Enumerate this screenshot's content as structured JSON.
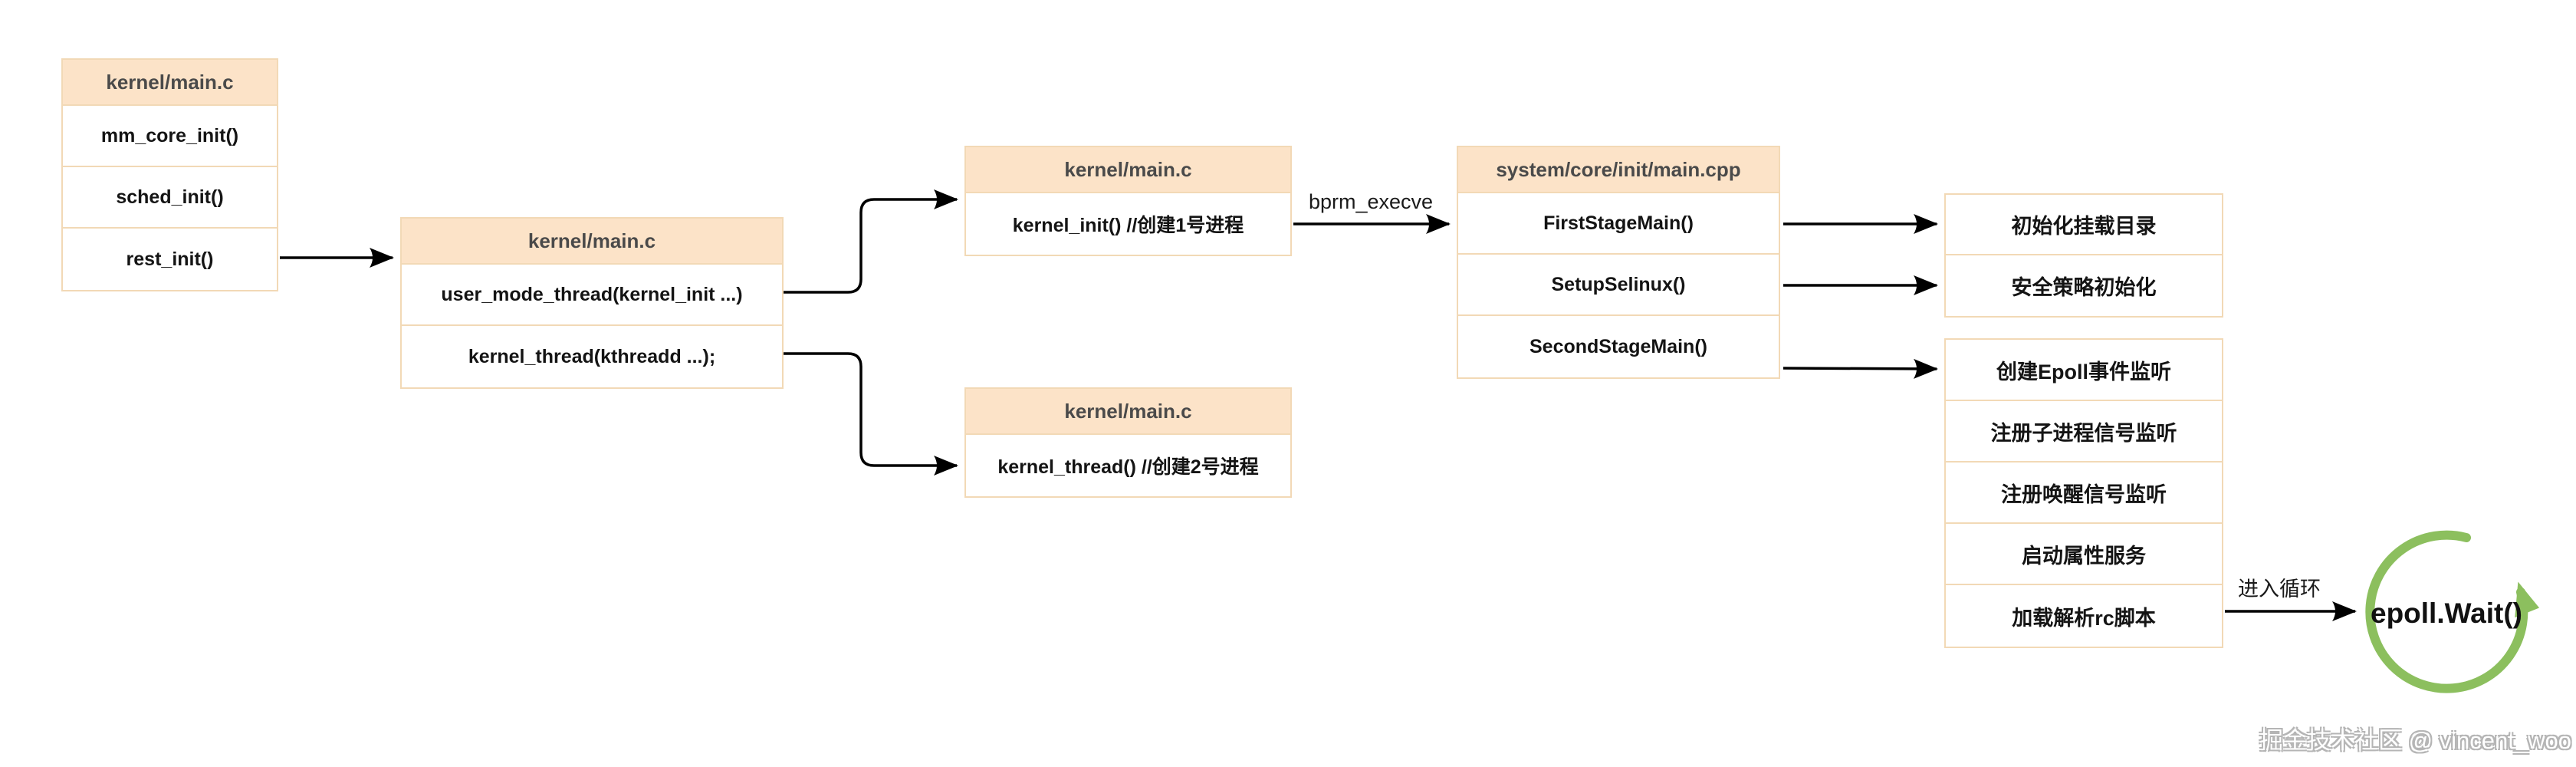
{
  "diagram": {
    "nodes": {
      "kernel_main_1": {
        "header": "kernel/main.c",
        "rows": [
          "mm_core_init()",
          "sched_init()",
          "rest_init()"
        ]
      },
      "kernel_main_2": {
        "header": "kernel/main.c",
        "rows": [
          "user_mode_thread(kernel_init  ...)",
          "kernel_thread(kthreadd  ...);"
        ]
      },
      "kernel_main_3": {
        "header": "kernel/main.c",
        "rows": [
          "kernel_init() //创建1号进程"
        ]
      },
      "kernel_main_4": {
        "header": "kernel/main.c",
        "rows": [
          "kernel_thread() //创建2号进程"
        ]
      },
      "init_main_cpp": {
        "header": "system/core/init/main.cpp",
        "rows": [
          "FirstStageMain()",
          "SetupSelinux()",
          "SecondStageMain()"
        ]
      },
      "first_stage_tasks": {
        "rows": [
          "初始化挂载目录",
          "安全策略初始化"
        ]
      },
      "second_stage_tasks": {
        "rows": [
          "创建Epoll事件监听",
          "注册子进程信号监听",
          "注册唤醒信号监听",
          "启动属性服务",
          "加载解析rc脚本"
        ]
      }
    },
    "edge_labels": {
      "bprm_execve": "bprm_execve",
      "enter_loop": "进入循环"
    },
    "loop": {
      "label": "epoll.Wait()"
    },
    "watermark": "掘金技术社区 @ vincent_woo",
    "colors": {
      "header_fill": "#fce3c8",
      "box_border": "#f2d9b6",
      "arrow": "#000000",
      "loop_green": "#8cbf5e",
      "header_text": "#4a4a4a",
      "row_text": "#141414",
      "watermark_gray": "#b5b5b5"
    }
  }
}
